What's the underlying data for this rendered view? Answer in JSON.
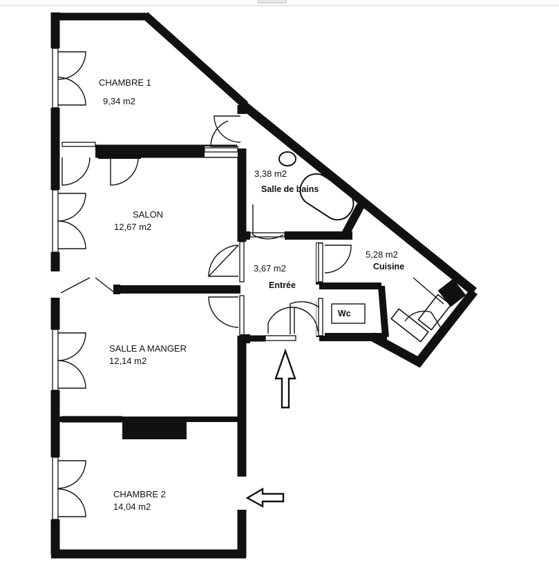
{
  "plan": {
    "rooms": [
      {
        "key": "chambre1",
        "name": "CHAMBRE 1",
        "area": "9,34 m2"
      },
      {
        "key": "sdb",
        "name": "Salle de bains",
        "area": "3,38 m2"
      },
      {
        "key": "salon",
        "name": "SALON",
        "area": "12,67 m2"
      },
      {
        "key": "cuisine",
        "name": "Cuisine",
        "area": "5,28 m2"
      },
      {
        "key": "entree",
        "name": "Entrée",
        "area": "3,67 m2"
      },
      {
        "key": "wc",
        "name": "Wc"
      },
      {
        "key": "sam",
        "name": "SALLE A MANGER",
        "area": "12,14 m2"
      },
      {
        "key": "chambre2",
        "name": "CHAMBRE 2",
        "area": "14,04 m2"
      }
    ]
  },
  "colors": {
    "wall": "#111111",
    "background": "#ffffff"
  }
}
